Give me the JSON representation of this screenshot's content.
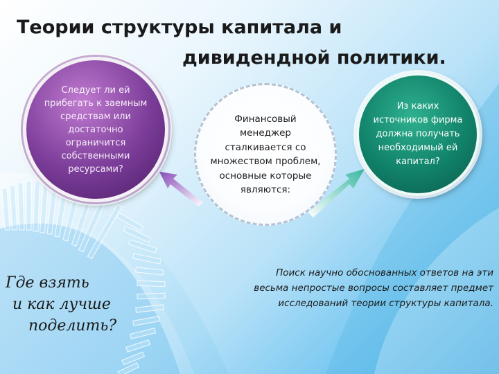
{
  "slide": {
    "title_line1": "Теории структуры капитала и",
    "title_line2": "дивидендной политики.",
    "left_circle_text": "Следует ли ей прибегать к заемным средствам или достаточно ограничится собственными ресурсами?",
    "center_circle_text": "Финансовый менеджер сталкивается со множеством проблем, основные которые являются:",
    "right_circle_text": "Из каких источников фирма должна получать необходимый ей капитал?",
    "answer_text": "Поиск научно обоснованных ответов на эти весьма непростые вопросы составляет предмет исследований теории структуры капитала.",
    "question_line1": "Где взять",
    "question_line2": "и как лучше",
    "question_line3": "поделить?"
  },
  "colors": {
    "left_circle": "#7a3c98",
    "right_circle": "#11826a",
    "center_circle": "#ffffff",
    "left_arrow": "#8a4db8",
    "right_arrow": "#39b7a0"
  }
}
